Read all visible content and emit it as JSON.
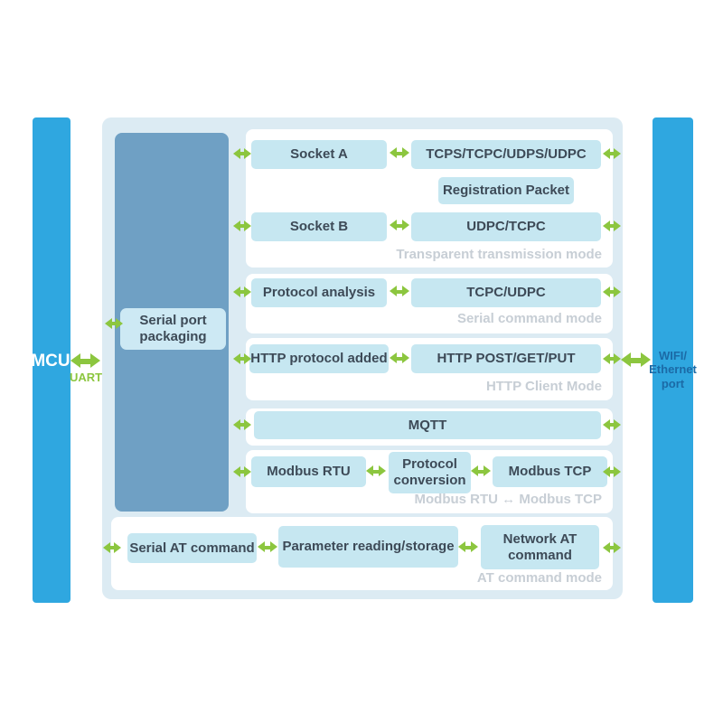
{
  "colors": {
    "bar_blue": "#2fa7e0",
    "panel_bg": "#dcebf3",
    "column_blue": "#6fa0c4",
    "box_blue": "#c6e7f1",
    "packaging_box_blue": "#cde9f4",
    "text_dark": "#3d4a57",
    "caption_gray": "#c7ced5",
    "green": "#8cc63f",
    "wifi_text": "#1b6aa6"
  },
  "left_bar": {
    "label": "MCU",
    "bus_label": "UART"
  },
  "right_bar": {
    "label": "WIFI/\nEthernet\nport"
  },
  "packaging": {
    "label": "Serial port packaging"
  },
  "boxes": {
    "socket_a": "Socket A",
    "tcps_combo": "TCPS/TCPC/UDPS/UDPC",
    "registration_packet": "Registration Packet",
    "socket_b": "Socket B",
    "udpc_tcpc": "UDPC/TCPC",
    "protocol_analysis": "Protocol analysis",
    "tcpc_udpc": "TCPC/UDPC",
    "http_protocol_added": "HTTP protocol added",
    "http_post_get_put": "HTTP POST/GET/PUT",
    "mqtt": "MQTT",
    "modbus_rtu": "Modbus RTU",
    "protocol_conversion": "Protocol conversion",
    "modbus_tcp": "Modbus TCP",
    "serial_at_command": "Serial AT command",
    "parameter_reading_storage": "Parameter reading/storage",
    "network_at_command": "Network AT command"
  },
  "captions": {
    "transparent_mode": "Transparent transmission mode",
    "serial_command_mode": "Serial command mode",
    "http_client_mode": "HTTP Client Mode",
    "modbus_mode": "Modbus RTU ↔ Modbus TCP",
    "at_command_mode": "AT command mode"
  }
}
